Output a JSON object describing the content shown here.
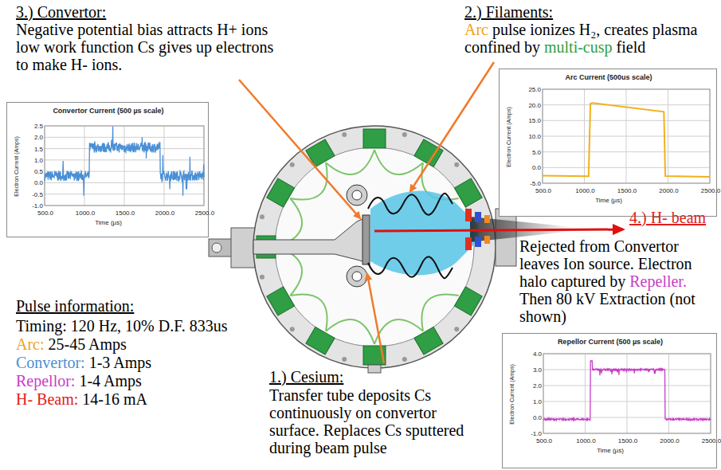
{
  "diagram": {
    "nodes": [
      {
        "text": [
          "Convertor Current (500 µs scale)",
          "Electron Current (Amps)",
          "2.5",
          "2.0",
          "1.5",
          "1.0",
          "0.5",
          "0.0",
          "-0.5",
          "-1.0",
          "500.0",
          "1000.0",
          "1500.0",
          "2000.0",
          "2500.0",
          "Time (µs)"
        ]
      },
      {
        "text": [
          "Arc Current (500us scale)",
          "Electron Current (Amps)",
          "25.0",
          "20.0",
          "15.0",
          "10.0",
          "5.0",
          "0.0",
          "-5.0",
          "500.0",
          "1000.0",
          "1500.0",
          "2000.0",
          "2500.0",
          "Time (µs)"
        ]
      },
      {
        "text": [
          "Repellor Current (500 µs scale)",
          "Electron Current (Amps)",
          "4.0",
          "3.0",
          "2.0",
          "1.0",
          "0.0",
          "-1.0",
          "500.0",
          "1000.0",
          "1500.0",
          "2000.0",
          "2500.0",
          "Time (µs)"
        ]
      }
    ],
    "labels": [
      "3.) Convertor:",
      "Negative potential bias attracts H+ ions low work function Cs gives up electrons to make H- ions.",
      "2.) Filaments:",
      "Arc",
      "pulse ionizes H₂, creates plasma confined by",
      "multi-cusp",
      "field",
      "4.) H- beam",
      "Rejected from Convertor leaves Ion source. Electron halo captured by",
      "Repeller.",
      "Then 80 kV Extraction (not shown)",
      "Pulse information:",
      "Timing: 120 Hz, 10% D.F. 833us",
      "Arc:",
      "25-45 Amps",
      "Convertor:",
      "1-3 Amps",
      "Repellor:",
      "1-4 Amps",
      "H- Beam:",
      "14-16 mA",
      "1.) Cesium:",
      "Transfer tube deposits Cs continuously on convertor surface. Replaces Cs sputtered during beam pulse"
    ]
  }
}
